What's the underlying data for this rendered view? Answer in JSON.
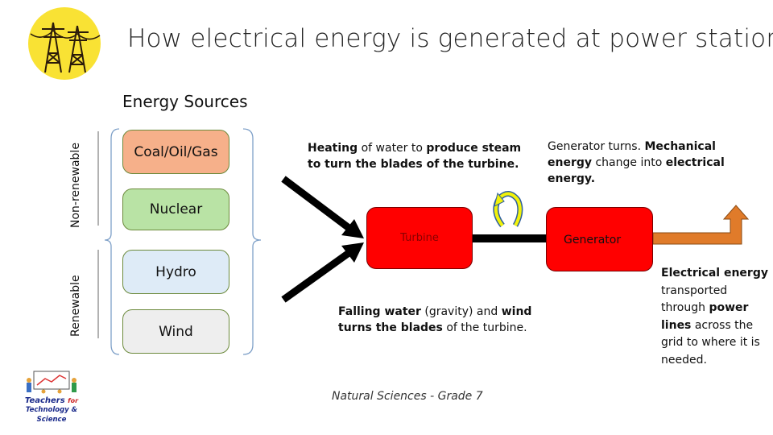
{
  "title": "How electrical energy is generated at power stations",
  "energy_sources_heading": "Energy Sources",
  "categories": {
    "non_renewable": "Non-renewable",
    "renewable": "Renewable"
  },
  "sources": {
    "coal": "Coal/Oil/Gas",
    "nuclear": "Nuclear",
    "hydro": "Hydro",
    "wind": "Wind"
  },
  "heating_note": {
    "p1": "Heating",
    "p2": " of water to ",
    "p3": "produce steam",
    "p4": "to turn the blades of the turbine."
  },
  "falling_note": {
    "p1": "Falling water",
    "p2": " (gravity) and ",
    "p3": "wind",
    "p4": "turns the blades",
    "p5": " of the turbine."
  },
  "generator_note": {
    "p1": "Generator turns. ",
    "p2": "Mechanical",
    "p3": "energy",
    "p4": " change into ",
    "p5": "electrical",
    "p6": "energy."
  },
  "transport_note": {
    "p1": "Electrical energy",
    "l2": "transported",
    "l3": "through ",
    "l3b": "power",
    "l4a": "lines",
    "l4b": " across the",
    "l5": "grid to where it is",
    "l6": "needed."
  },
  "turbine_label": "Turbine",
  "generator_label": "Generator",
  "footer": "Natural Sciences - Grade 7",
  "logo": {
    "line1": "Teachers",
    "line1b": "for",
    "line2": "Technology & Science"
  },
  "colors": {
    "coal": "#f6b08a",
    "nuclear": "#b9e3a5",
    "hydro": "#deebf7",
    "wind": "#eeeeee",
    "machine": "#ff0000",
    "transport_arrow": "#e07b2a",
    "rotation_arrow": "#f2f20a",
    "icon_circle": "#f9e234"
  }
}
